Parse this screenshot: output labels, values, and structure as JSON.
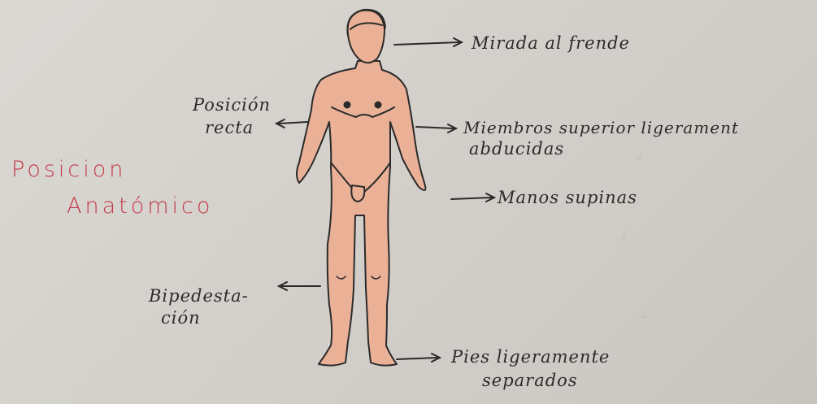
{
  "title": {
    "line1": "Posicion",
    "line2": "Anatómico"
  },
  "labels": {
    "gaze": "Mirada al frende",
    "upright_line1": "Posición",
    "upright_line2": "recta",
    "upper_limbs_line1": "Miembros superior ligerament",
    "upper_limbs_line2": "abducidas",
    "hands": "Manos supinas",
    "bipedal_line1": "Bipedesta-",
    "bipedal_line2": "ción",
    "feet_line1": "Pies ligeramente",
    "feet_line2": "separados"
  },
  "colors": {
    "skin": "#eab197",
    "ink": "#2b2b2b",
    "title": "#c23a48",
    "paper": "#d6d3ce"
  }
}
